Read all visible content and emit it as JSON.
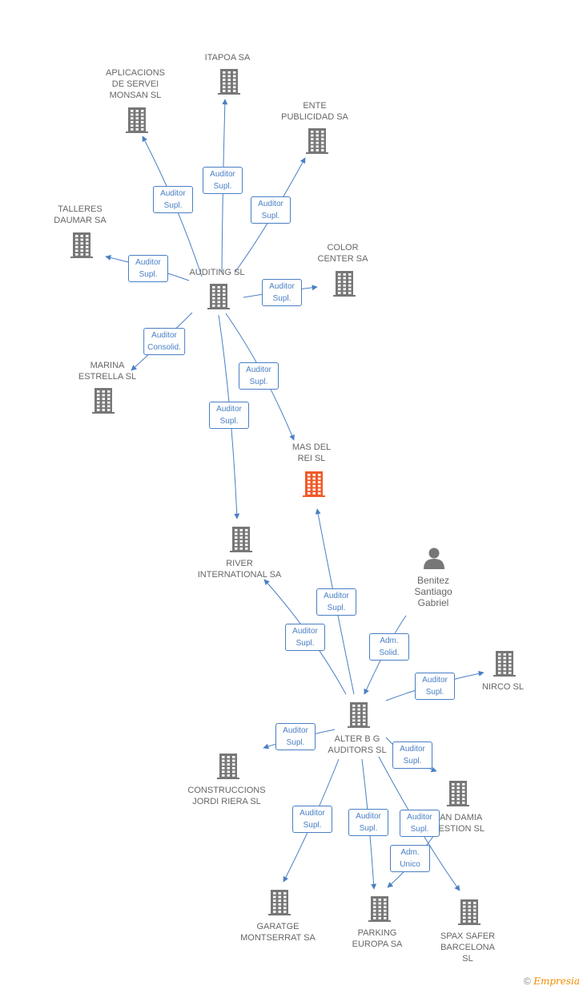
{
  "colors": {
    "edge": "#4a7fc4",
    "building": "#777777",
    "highlight": "#f05a28",
    "person": "#777777"
  },
  "nodes": [
    {
      "id": "auditing",
      "label": "AUDITING SL",
      "kind": "building"
    },
    {
      "id": "aplicacions",
      "label": "APLICACIONS\nDE SERVEI\nMONSAN SL",
      "kind": "building"
    },
    {
      "id": "itapoa",
      "label": "ITAPOA SA",
      "kind": "building"
    },
    {
      "id": "ente",
      "label": "ENTE\nPUBLICIDAD SA",
      "kind": "building"
    },
    {
      "id": "talleres",
      "label": "TALLERES\nDAUMAR SA",
      "kind": "building"
    },
    {
      "id": "color",
      "label": "COLOR\nCENTER SA",
      "kind": "building"
    },
    {
      "id": "marina",
      "label": "MARINA\nESTRELLA SL",
      "kind": "building"
    },
    {
      "id": "masdelrei",
      "label": "MAS DEL\nREI SL",
      "kind": "building-highlight"
    },
    {
      "id": "river",
      "label": "RIVER\nINTERNATIONAL SA",
      "kind": "building"
    },
    {
      "id": "benitez",
      "label": "Benitez\nSantiago\nGabriel",
      "kind": "person"
    },
    {
      "id": "alter",
      "label": "ALTER B G\nAUDITORS SL",
      "kind": "building"
    },
    {
      "id": "nirco",
      "label": "NIRCO SL",
      "kind": "building"
    },
    {
      "id": "construccions",
      "label": "CONSTRUCCIONS\nJORDI RIERA SL",
      "kind": "building"
    },
    {
      "id": "sandamia",
      "label": "SAN DAMIA\nGESTION SL",
      "kind": "building"
    },
    {
      "id": "garatge",
      "label": "GARATGE\nMONTSERRAT SA",
      "kind": "building"
    },
    {
      "id": "parking",
      "label": "PARKING\nEUROPA SA",
      "kind": "building"
    },
    {
      "id": "spax",
      "label": "SPAX SAFER\nBARCELONA\nSL",
      "kind": "building"
    }
  ],
  "edges": [
    {
      "from": "auditing",
      "to": "aplicacions",
      "label": "Auditor\nSupl."
    },
    {
      "from": "auditing",
      "to": "itapoa",
      "label": "Auditor\nSupl."
    },
    {
      "from": "auditing",
      "to": "ente",
      "label": "Auditor\nSupl."
    },
    {
      "from": "auditing",
      "to": "talleres",
      "label": "Auditor\nSupl."
    },
    {
      "from": "auditing",
      "to": "color",
      "label": "Auditor\nSupl."
    },
    {
      "from": "auditing",
      "to": "marina",
      "label": "Auditor\nConsolid."
    },
    {
      "from": "auditing",
      "to": "masdelrei",
      "label": "Auditor\nSupl."
    },
    {
      "from": "auditing",
      "to": "river",
      "label": "Auditor\nSupl."
    },
    {
      "from": "alter",
      "to": "masdelrei",
      "label": "Auditor\nSupl."
    },
    {
      "from": "alter",
      "to": "river",
      "label": "Auditor\nSupl."
    },
    {
      "from": "benitez",
      "to": "alter",
      "label": "Adm.\nSolid."
    },
    {
      "from": "alter",
      "to": "nirco",
      "label": "Auditor\nSupl."
    },
    {
      "from": "alter",
      "to": "construccions",
      "label": "Auditor\nSupl."
    },
    {
      "from": "alter",
      "to": "sandamia",
      "label": "Auditor\nSupl."
    },
    {
      "from": "alter",
      "to": "garatge",
      "label": "Auditor\nSupl."
    },
    {
      "from": "alter",
      "to": "parking",
      "label": "Auditor\nSupl."
    },
    {
      "from": "alter",
      "to": "spax",
      "label": "Auditor\nSupl."
    },
    {
      "from": "sandamia",
      "to": "parking",
      "label": "Adm.\nUnico"
    }
  ],
  "watermark": {
    "symbol": "©",
    "brand": "Empresia"
  }
}
